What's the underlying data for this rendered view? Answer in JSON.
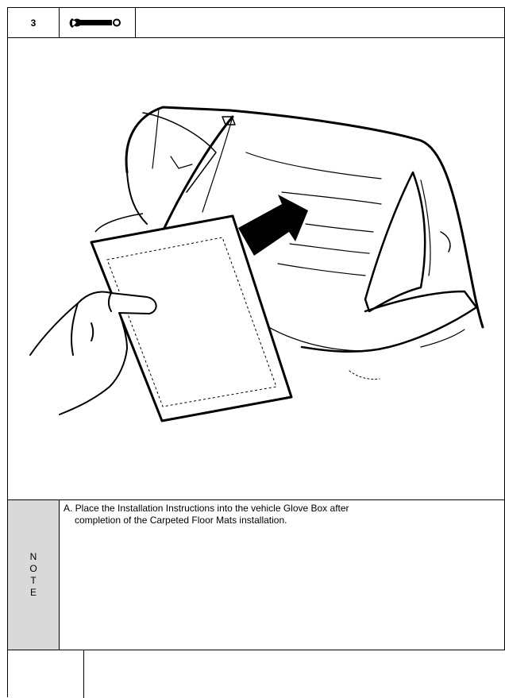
{
  "header": {
    "step_number": "3",
    "tool_icon": "wrench-icon"
  },
  "illustration": {
    "subject": "glove-box-with-instructions-sheet-and-insert-arrow"
  },
  "note": {
    "label_letters": [
      "N",
      "O",
      "T",
      "E"
    ],
    "line1": "A. Place the Installation Instructions into the vehicle Glove Box after",
    "line2": "completion of the Carpeted Floor Mats installation."
  },
  "colors": {
    "note_label_bg": "#d9d9d9",
    "border": "#000000"
  }
}
